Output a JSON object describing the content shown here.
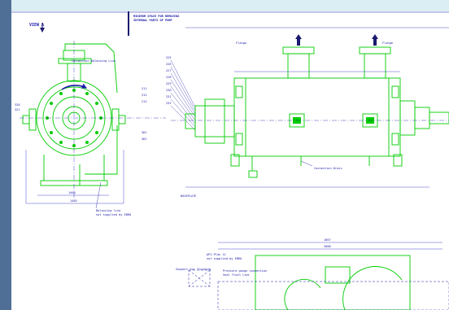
{
  "window": {
    "accent": "#4f6f96",
    "background": "#dbeef3",
    "canvas_color": "#ffffff"
  },
  "drawing": {
    "view_label": "VIEW A",
    "top_note_1": "MINIMUM SPACE FOR REMOVING",
    "top_note_2": "INTERNAL PARTS OF PUMP",
    "flange_note_left": "Flange",
    "flange_note_right": "Flange",
    "connection_balancing": "Connection Balancing Line",
    "balancing_line": "Balancing line",
    "balancing_line_note": "not supplied by EBRO",
    "baseplate_note": "BASEPLATE",
    "drain_note": "Connection Drain",
    "api_plan": "API-Plan 11",
    "api_plan_note": "not supplied by EBRO",
    "pressure_gauge": "Pressure gauge connection",
    "pressure_gauge_note": "Seal flush line",
    "support_note": "Support for flushing",
    "dim_1": "1400",
    "dim_2": "1485",
    "dim_3": "1667",
    "dim_4": "2000",
    "colors": {
      "lines": "#00cc00",
      "text": "#1a1aa8",
      "dims": "#2222cc",
      "markers": "#1a1a6e"
    }
  }
}
